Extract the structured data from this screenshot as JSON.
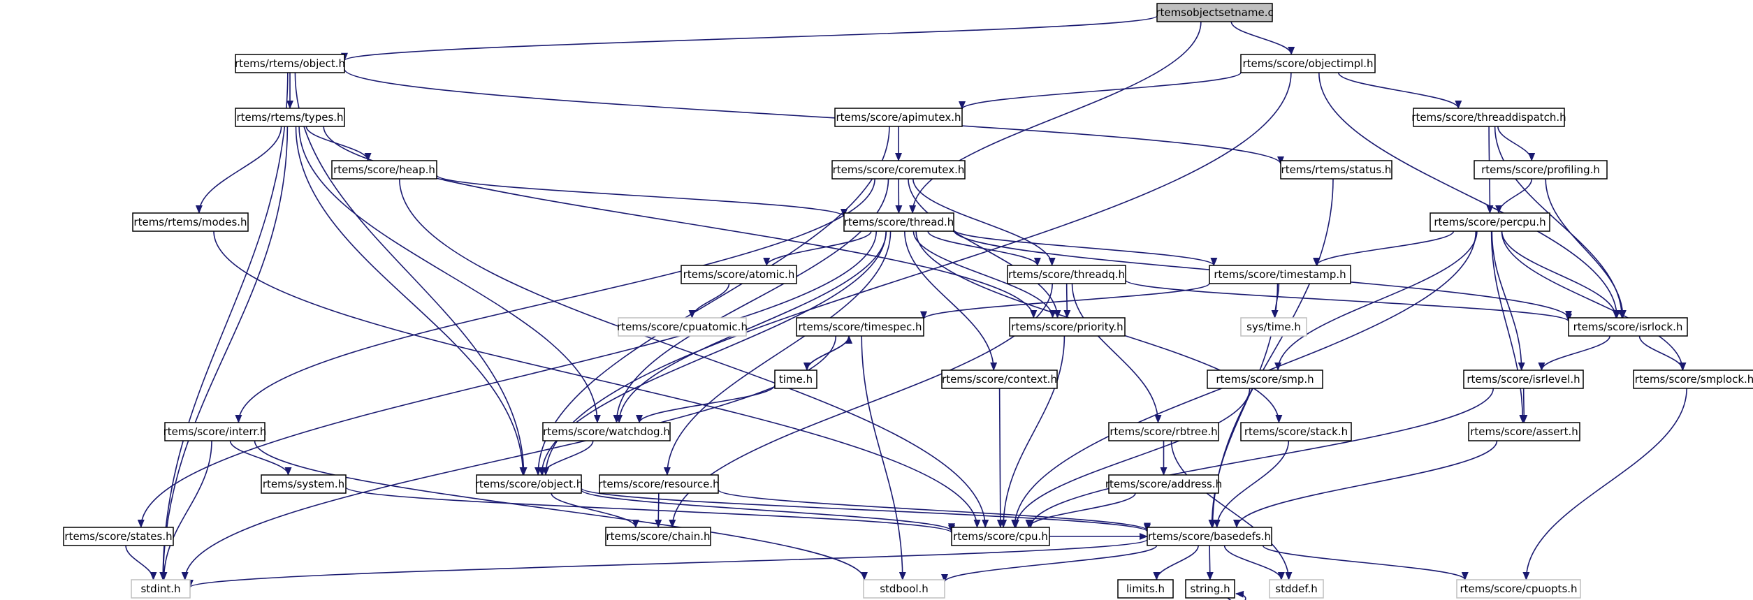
{
  "graph": {
    "title": "rtemsobjectsetname.c",
    "colors": {
      "edge": "#191970",
      "node_border": "#000000",
      "missing_node_border": "#bfbfbf",
      "root_fill": "#bfbfbf",
      "background": "#ffffff"
    },
    "nodes": [
      {
        "id": "root",
        "label": "rtemsobjectsetname.c",
        "root": true
      },
      {
        "id": "robj",
        "label": "rtems/rtems/object.h"
      },
      {
        "id": "objimpl",
        "label": "rtems/score/objectimpl.h"
      },
      {
        "id": "types",
        "label": "rtems/rtems/types.h"
      },
      {
        "id": "apimutex",
        "label": "rtems/score/apimutex.h"
      },
      {
        "id": "tdisp",
        "label": "rtems/score/threaddispatch.h"
      },
      {
        "id": "heap",
        "label": "rtems/score/heap.h"
      },
      {
        "id": "coremutex",
        "label": "rtems/score/coremutex.h"
      },
      {
        "id": "status",
        "label": "rtems/rtems/status.h"
      },
      {
        "id": "profiling",
        "label": "rtems/score/profiling.h"
      },
      {
        "id": "modes",
        "label": "rtems/rtems/modes.h"
      },
      {
        "id": "thread",
        "label": "rtems/score/thread.h"
      },
      {
        "id": "percpu",
        "label": "rtems/score/percpu.h"
      },
      {
        "id": "atomic",
        "label": "rtems/score/atomic.h"
      },
      {
        "id": "threadq",
        "label": "rtems/score/threadq.h"
      },
      {
        "id": "timestamp",
        "label": "rtems/score/timestamp.h"
      },
      {
        "id": "cpuatomic",
        "label": "rtems/score/cpuatomic.h",
        "missing": true
      },
      {
        "id": "timespec",
        "label": "rtems/score/timespec.h"
      },
      {
        "id": "priority",
        "label": "rtems/score/priority.h"
      },
      {
        "id": "systime",
        "label": "sys/time.h",
        "missing": true
      },
      {
        "id": "isrlock",
        "label": "rtems/score/isrlock.h"
      },
      {
        "id": "timeh",
        "label": "time.h"
      },
      {
        "id": "context",
        "label": "rtems/score/context.h"
      },
      {
        "id": "smp",
        "label": "rtems/score/smp.h"
      },
      {
        "id": "isrlevel",
        "label": "rtems/score/isrlevel.h"
      },
      {
        "id": "smplock",
        "label": "rtems/score/smplock.h"
      },
      {
        "id": "interr",
        "label": "rtems/score/interr.h"
      },
      {
        "id": "watchdog",
        "label": "rtems/score/watchdog.h"
      },
      {
        "id": "rbtree",
        "label": "rtems/score/rbtree.h"
      },
      {
        "id": "stack",
        "label": "rtems/score/stack.h"
      },
      {
        "id": "assert",
        "label": "rtems/score/assert.h"
      },
      {
        "id": "system",
        "label": "rtems/system.h"
      },
      {
        "id": "sobj",
        "label": "rtems/score/object.h"
      },
      {
        "id": "resource",
        "label": "rtems/score/resource.h"
      },
      {
        "id": "address",
        "label": "rtems/score/address.h"
      },
      {
        "id": "states",
        "label": "rtems/score/states.h"
      },
      {
        "id": "chain",
        "label": "rtems/score/chain.h"
      },
      {
        "id": "cpu",
        "label": "rtems/score/cpu.h"
      },
      {
        "id": "basedefs",
        "label": "rtems/score/basedefs.h"
      },
      {
        "id": "stdint",
        "label": "stdint.h",
        "missing": true
      },
      {
        "id": "stdbool",
        "label": "stdbool.h",
        "missing": true
      },
      {
        "id": "limits",
        "label": "limits.h"
      },
      {
        "id": "string",
        "label": "string.h"
      },
      {
        "id": "stddef",
        "label": "stddef.h",
        "missing": true
      },
      {
        "id": "cpuopts",
        "label": "rtems/score/cpuopts.h",
        "missing": true
      }
    ],
    "edges": [
      [
        "root",
        "robj"
      ],
      [
        "root",
        "objimpl"
      ],
      [
        "root",
        "thread"
      ],
      [
        "robj",
        "types"
      ],
      [
        "robj",
        "status"
      ],
      [
        "robj",
        "sobj"
      ],
      [
        "robj",
        "stdint"
      ],
      [
        "objimpl",
        "apimutex"
      ],
      [
        "objimpl",
        "tdisp"
      ],
      [
        "objimpl",
        "isrlock"
      ],
      [
        "objimpl",
        "sobj"
      ],
      [
        "types",
        "heap"
      ],
      [
        "types",
        "modes"
      ],
      [
        "types",
        "priority"
      ],
      [
        "types",
        "watchdog"
      ],
      [
        "types",
        "sobj"
      ],
      [
        "types",
        "stdint"
      ],
      [
        "apimutex",
        "coremutex"
      ],
      [
        "apimutex",
        "sobj"
      ],
      [
        "tdisp",
        "profiling"
      ],
      [
        "tdisp",
        "percpu"
      ],
      [
        "tdisp",
        "isrlock"
      ],
      [
        "heap",
        "thread"
      ],
      [
        "heap",
        "cpu"
      ],
      [
        "coremutex",
        "thread"
      ],
      [
        "coremutex",
        "threadq"
      ],
      [
        "coremutex",
        "priority"
      ],
      [
        "coremutex",
        "watchdog"
      ],
      [
        "coremutex",
        "interr"
      ],
      [
        "status",
        "basedefs"
      ],
      [
        "profiling",
        "percpu"
      ],
      [
        "profiling",
        "isrlock"
      ],
      [
        "modes",
        "cpu"
      ],
      [
        "thread",
        "atomic"
      ],
      [
        "thread",
        "threadq"
      ],
      [
        "thread",
        "timestamp"
      ],
      [
        "thread",
        "priority"
      ],
      [
        "thread",
        "isrlock"
      ],
      [
        "thread",
        "context"
      ],
      [
        "thread",
        "watchdog"
      ],
      [
        "thread",
        "stack"
      ],
      [
        "thread",
        "sobj"
      ],
      [
        "thread",
        "resource"
      ],
      [
        "thread",
        "states"
      ],
      [
        "percpu",
        "timestamp"
      ],
      [
        "percpu",
        "isrlock"
      ],
      [
        "percpu",
        "smp"
      ],
      [
        "percpu",
        "isrlevel"
      ],
      [
        "percpu",
        "smplock"
      ],
      [
        "percpu",
        "assert"
      ],
      [
        "percpu",
        "cpu"
      ],
      [
        "atomic",
        "cpuatomic"
      ],
      [
        "threadq",
        "priority"
      ],
      [
        "threadq",
        "rbtree"
      ],
      [
        "threadq",
        "isrlock"
      ],
      [
        "threadq",
        "chain"
      ],
      [
        "timestamp",
        "timespec"
      ],
      [
        "timestamp",
        "systime"
      ],
      [
        "timestamp",
        "basedefs"
      ],
      [
        "timespec",
        "timeh"
      ],
      [
        "timespec",
        "stdbool"
      ],
      [
        "timespec",
        "stdint"
      ],
      [
        "timeh",
        "timespec"
      ],
      [
        "timeh",
        "watchdog"
      ],
      [
        "priority",
        "cpu"
      ],
      [
        "isrlock",
        "isrlevel"
      ],
      [
        "isrlock",
        "smplock"
      ],
      [
        "context",
        "cpu"
      ],
      [
        "smp",
        "cpu"
      ],
      [
        "isrlevel",
        "assert"
      ],
      [
        "isrlevel",
        "cpu"
      ],
      [
        "smplock",
        "cpuopts"
      ],
      [
        "interr",
        "system"
      ],
      [
        "interr",
        "stdbool"
      ],
      [
        "interr",
        "stdint"
      ],
      [
        "watchdog",
        "sobj"
      ],
      [
        "rbtree",
        "address"
      ],
      [
        "rbtree",
        "stddef"
      ],
      [
        "stack",
        "basedefs"
      ],
      [
        "assert",
        "basedefs"
      ],
      [
        "system",
        "cpu"
      ],
      [
        "sobj",
        "chain"
      ],
      [
        "sobj",
        "cpu"
      ],
      [
        "sobj",
        "basedefs"
      ],
      [
        "resource",
        "chain"
      ],
      [
        "resource",
        "basedefs"
      ],
      [
        "address",
        "cpu"
      ],
      [
        "states",
        "stdint"
      ],
      [
        "cpu",
        "basedefs"
      ],
      [
        "basedefs",
        "stdint"
      ],
      [
        "basedefs",
        "stdbool"
      ],
      [
        "basedefs",
        "limits"
      ],
      [
        "basedefs",
        "string"
      ],
      [
        "basedefs",
        "stddef"
      ],
      [
        "basedefs",
        "cpuopts"
      ],
      [
        "string",
        "string"
      ]
    ]
  }
}
